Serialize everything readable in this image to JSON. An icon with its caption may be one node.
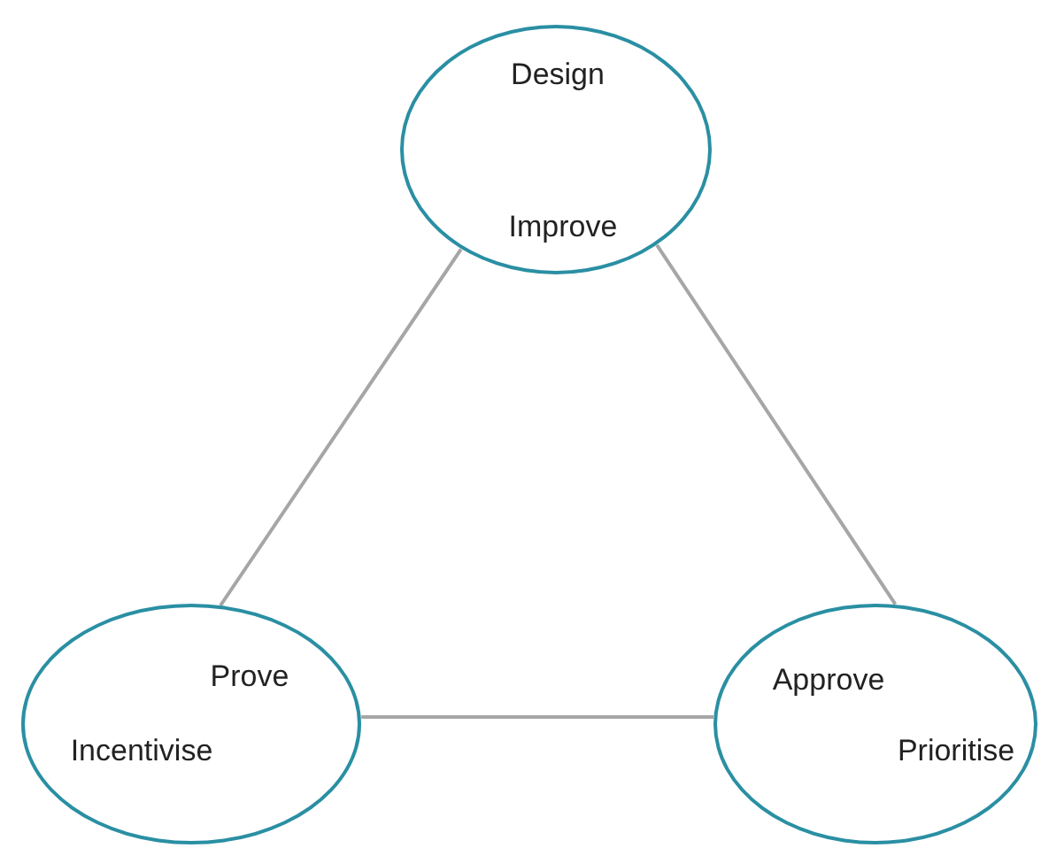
{
  "diagram": {
    "nodes": [
      {
        "text": [
          "Design",
          "Improve"
        ]
      },
      {
        "text": [
          "Prove",
          "Incentivise"
        ]
      },
      {
        "text": [
          "Approve",
          "Prioritise"
        ]
      }
    ],
    "edges": [
      {
        "from": 0,
        "to": 1,
        "arrow": "none"
      },
      {
        "from": 1,
        "to": 2,
        "arrow": "none"
      },
      {
        "from": 2,
        "to": 0,
        "arrow": "none"
      }
    ]
  }
}
